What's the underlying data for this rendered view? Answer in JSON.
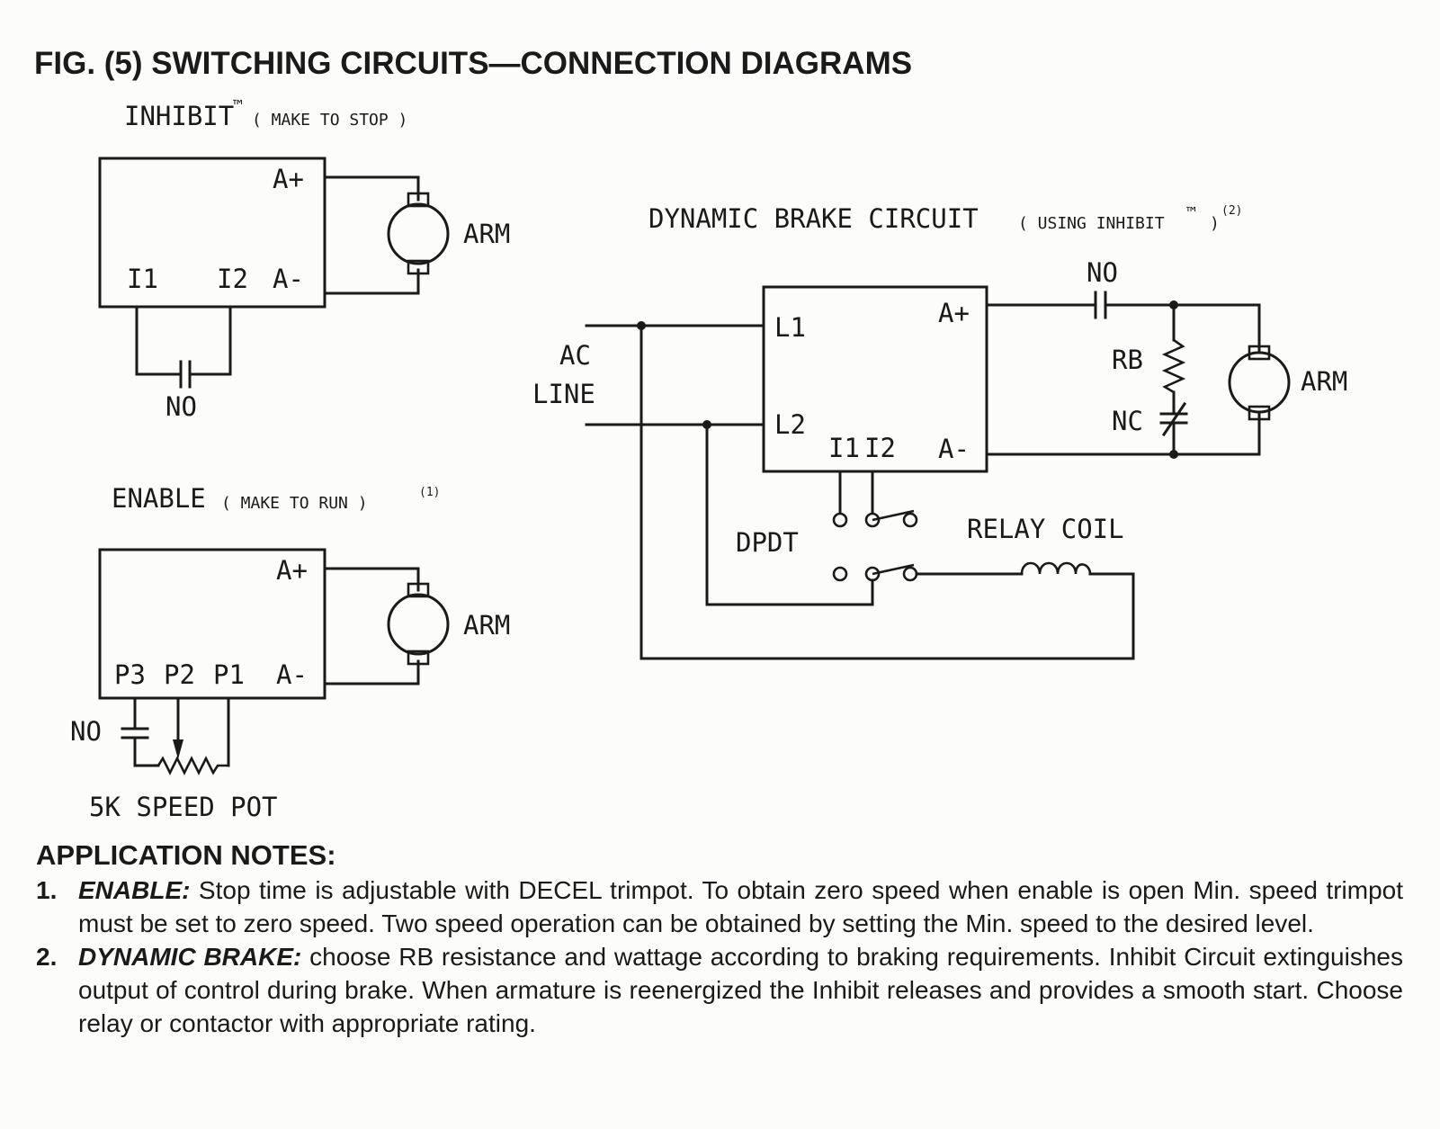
{
  "figure": {
    "title": "FIG. (5) SWITCHING CIRCUITS—CONNECTION DIAGRAMS"
  },
  "inhibit": {
    "title": "INHIBIT",
    "tm": "™",
    "subtitle": "( MAKE TO STOP )",
    "terminals": {
      "a_plus": "A+",
      "a_minus": "A-",
      "i1": "I1",
      "i2": "I2"
    },
    "motor": "ARM",
    "switch": "NO"
  },
  "enable": {
    "title": "ENABLE",
    "subtitle": "( MAKE  TO RUN )",
    "note_ref": "(1)",
    "terminals": {
      "a_plus": "A+",
      "a_minus": "A-",
      "p3": "P3",
      "p2": "P2",
      "p1": "P1"
    },
    "motor": "ARM",
    "switch": "NO",
    "pot": "5K SPEED POT"
  },
  "brake": {
    "title": "DYNAMIC  BRAKE  CIRCUIT",
    "subtitle": "( USING INHIBIT",
    "tm": "™",
    "subtitle_end": ")",
    "note_ref": "(2)",
    "ac_line": [
      "AC",
      "LINE"
    ],
    "terminals": {
      "l1": "L1",
      "l2": "L2",
      "a_plus": "A+",
      "a_minus": "A-",
      "i1": "I1",
      "i2": "I2"
    },
    "no": "NO",
    "rb": "RB",
    "nc": "NC",
    "motor": "ARM",
    "dpdt": "DPDT",
    "relay_coil": "RELAY  COIL"
  },
  "notes": {
    "heading": "APPLICATION NOTES:",
    "items": [
      {
        "num": "1.",
        "term": "ENABLE:",
        "text": "Stop time is adjustable with DECEL trimpot. To obtain zero speed when enable is open Min. speed trimpot must be set to zero speed. Two speed operation can be obtained by setting the Min. speed to the desired level."
      },
      {
        "num": "2.",
        "term": "DYNAMIC BRAKE:",
        "text": "choose RB resistance and wattage according to braking requirements. Inhibit Circuit extinguishes output of control during brake. When armature is reenergized the Inhibit releases and provides a smooth start. Choose relay or contactor with appropriate rating."
      }
    ]
  }
}
